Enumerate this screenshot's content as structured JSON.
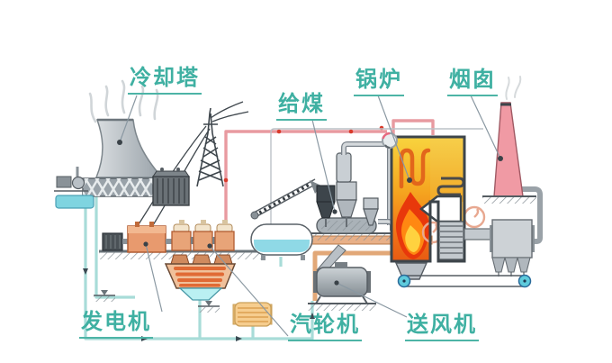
{
  "diagram": {
    "kind": "thermal-power-plant-process-diagram",
    "labels": {
      "cooling_tower": "冷却塔",
      "coal_feed": "给煤",
      "boiler": "锅炉",
      "chimney": "烟囱",
      "generator": "发电机",
      "steam_turbine": "汽轮机",
      "forced_draft_fan": "送风机"
    },
    "colors": {
      "label_text": "#3fb0a2",
      "steam_pipe_pink": "#e89aa0",
      "cooling_water_teal": "#a8dcd8",
      "hot_air_orange": "#e2a878",
      "boiler_yellow": "#f8d43e",
      "boiler_orange": "#f29020",
      "flame_red": "#e8380b",
      "flame_yellow": "#ffd23f",
      "chimney_pink": "#f09aa4",
      "machine_orange": "#e89a6e",
      "metal_gray": "#b9c0c6",
      "dark_steel": "#3d454b"
    }
  }
}
